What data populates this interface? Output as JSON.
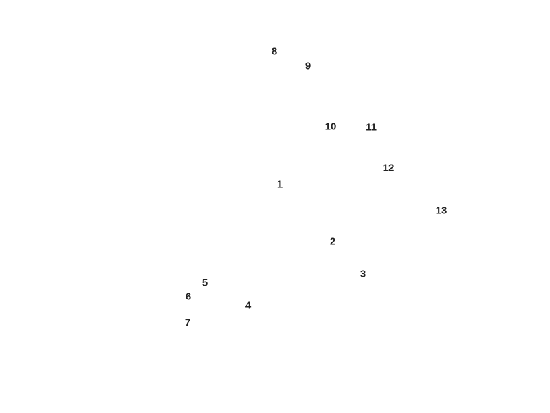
{
  "labels": [
    "1",
    "2",
    "3",
    "4",
    "5",
    "6",
    "7",
    "8",
    "9",
    "10",
    "11",
    "12",
    "13"
  ],
  "colors": {
    "background": "#ffffff",
    "text": "#222222"
  }
}
